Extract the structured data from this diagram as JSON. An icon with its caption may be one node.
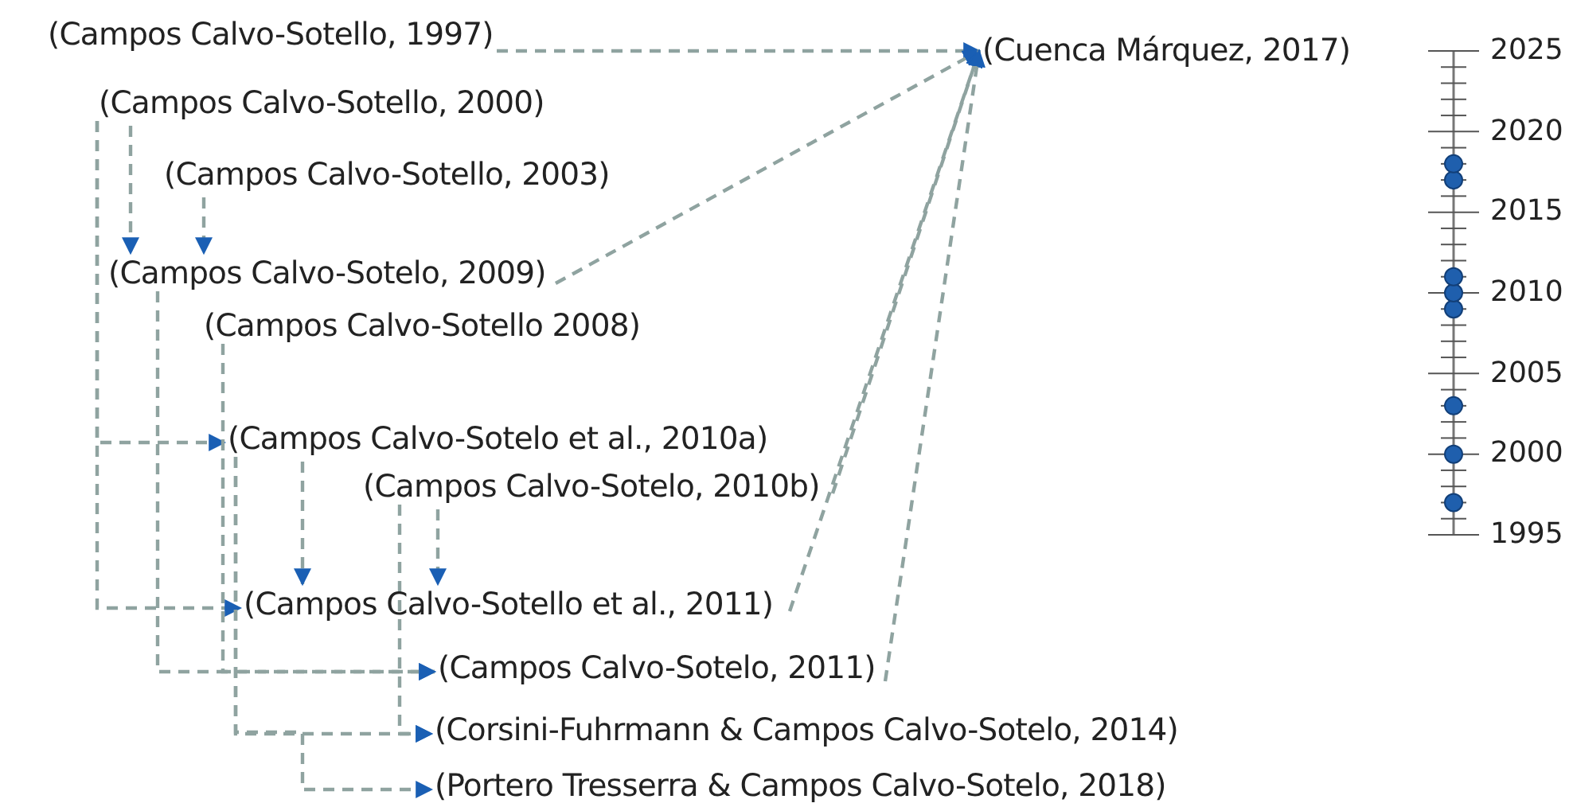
{
  "diagram": {
    "nodes": [
      {
        "text": [
          "(Campos Calvo-Sotello, 1997)"
        ]
      },
      {
        "text": [
          "(Cuenca Márquez, 2017)"
        ]
      },
      {
        "text": [
          "(Campos Calvo-Sotello, 2000)"
        ]
      },
      {
        "text": [
          "(Campos Calvo-Sotello, 2003)"
        ]
      },
      {
        "text": [
          "(Campos Calvo-Sotelo, 2009)"
        ]
      },
      {
        "text": [
          "(Campos Calvo-Sotello 2008)"
        ]
      },
      {
        "text": [
          "(Campos Calvo-Sotelo et al., 2010a)"
        ]
      },
      {
        "text": [
          "(Campos Calvo-Sotelo, 2010b)"
        ]
      },
      {
        "text": [
          "(Campos Calvo-Sotello et al., 2011)"
        ]
      },
      {
        "text": [
          "(Campos Calvo-Sotelo, 2011)"
        ]
      },
      {
        "text": [
          "(Corsini-Fuhrmann & Campos Calvo-Sotelo, 2014)"
        ]
      },
      {
        "text": [
          "(Portero Tresserra & Campos Calvo-Sotelo, 2018)"
        ]
      }
    ],
    "edges": [
      {
        "from": 0,
        "to": 1,
        "arrow": "to",
        "style": "dashed"
      },
      {
        "from": 2,
        "to": 4,
        "arrow": "to",
        "style": "dashed"
      },
      {
        "from": 3,
        "to": 4,
        "arrow": "to",
        "style": "dashed"
      },
      {
        "from": 4,
        "to": 1,
        "arrow": "to",
        "style": "dashed"
      },
      {
        "from": 2,
        "to": 6,
        "arrow": "to",
        "style": "dashed"
      },
      {
        "from": 2,
        "to": 8,
        "arrow": "to",
        "style": "dashed"
      },
      {
        "from": 4,
        "to": 9,
        "arrow": "to",
        "style": "dashed"
      },
      {
        "from": 5,
        "to": 9,
        "arrow": "to",
        "style": "dashed"
      },
      {
        "from": 6,
        "to": 10,
        "arrow": "to",
        "style": "dashed"
      },
      {
        "from": 6,
        "to": 11,
        "arrow": "to",
        "style": "dashed"
      },
      {
        "from": 6,
        "to": 8,
        "arrow": "to",
        "style": "dashed"
      },
      {
        "from": 7,
        "to": 8,
        "arrow": "to",
        "style": "dashed"
      },
      {
        "from": 7,
        "to": 10,
        "arrow": "to",
        "style": "dashed"
      },
      {
        "from": 7,
        "to": 1,
        "arrow": "to",
        "style": "dashed"
      },
      {
        "from": 8,
        "to": 1,
        "arrow": "to",
        "style": "dashed"
      },
      {
        "from": 9,
        "to": 1,
        "arrow": "to",
        "style": "dashed"
      }
    ],
    "labels": [
      "2025",
      "2020",
      "2015",
      "2010",
      "2005",
      "2000",
      "1995"
    ]
  }
}
